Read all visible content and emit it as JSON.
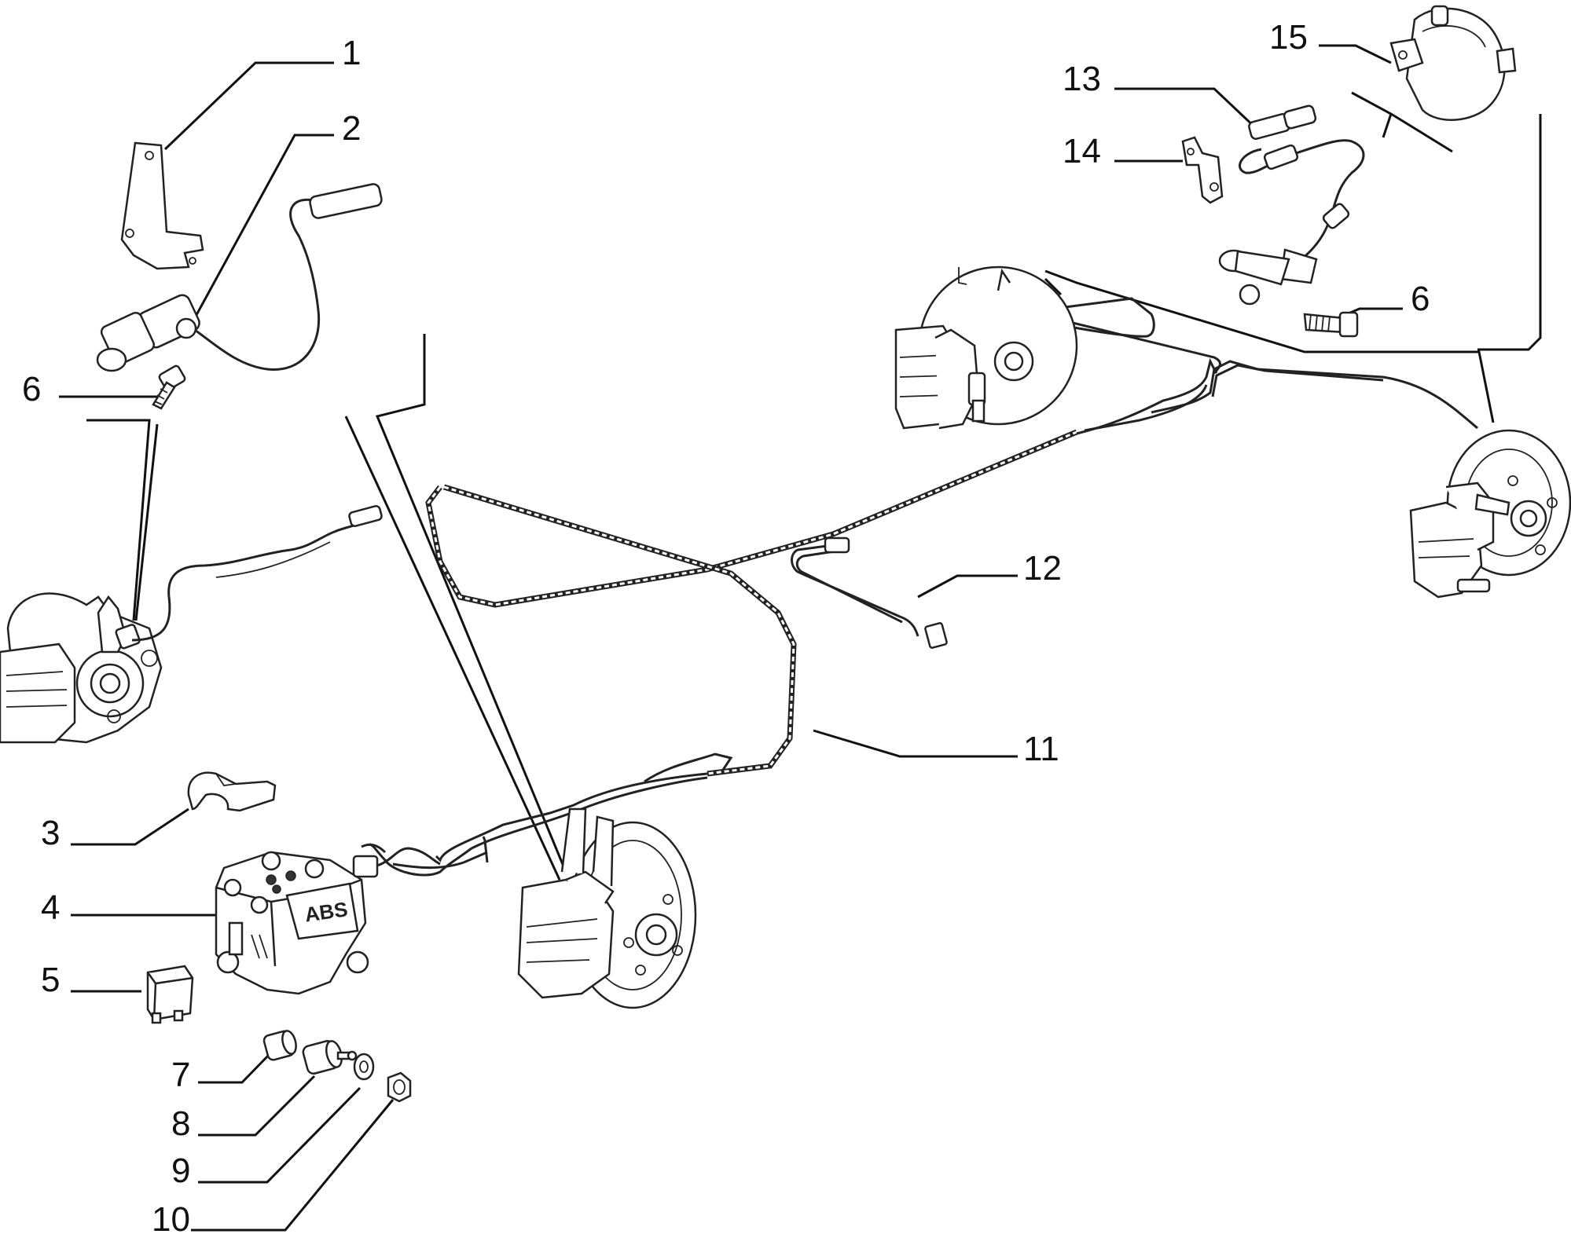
{
  "callouts": {
    "c1": "1",
    "c2": "2",
    "c3": "3",
    "c4": "4",
    "c5": "5",
    "c6a": "6",
    "c6b": "6",
    "c7": "7",
    "c8": "8",
    "c9": "9",
    "c10": "10",
    "c11": "11",
    "c12": "12",
    "c13": "13",
    "c14": "14",
    "c15": "15"
  },
  "module_marking": "ABS"
}
